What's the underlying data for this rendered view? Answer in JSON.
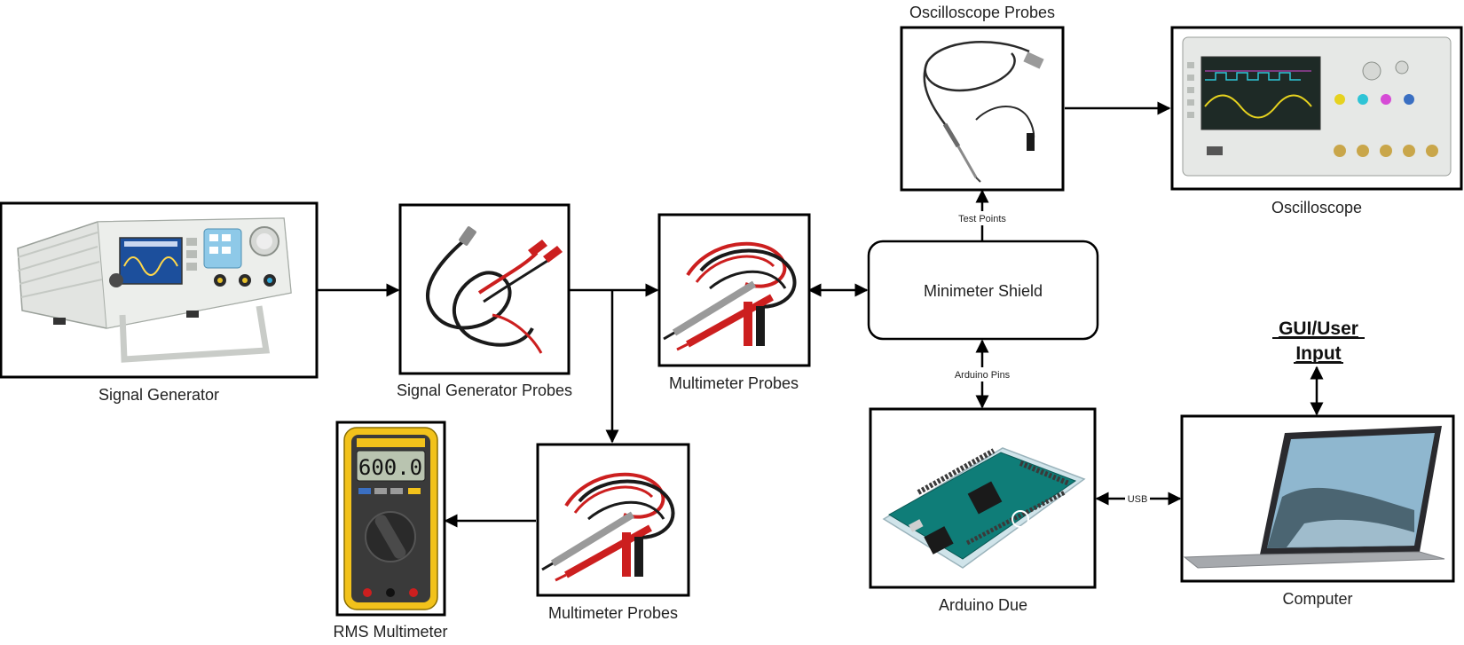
{
  "nodes": {
    "signal_generator": {
      "label": "Signal Generator"
    },
    "sg_probes": {
      "label": "Signal Generator Probes"
    },
    "mm_probes_top": {
      "label": "Multimeter Probes"
    },
    "mm_probes_bottom": {
      "label": "Multimeter Probes"
    },
    "rms_multimeter": {
      "label": "RMS Multimeter",
      "display_value": "600.0"
    },
    "minimeter_shield": {
      "label": "Minimeter Shield"
    },
    "osc_probes": {
      "label": "Oscilloscope Probes"
    },
    "oscilloscope": {
      "label": "Oscilloscope"
    },
    "arduino_due": {
      "label": "Arduino Due"
    },
    "computer": {
      "label": "Computer"
    },
    "gui": {
      "line1": "GUI/User",
      "line2": "Input"
    }
  },
  "edges": {
    "test_points": "Test Points",
    "arduino_pins": "Arduino Pins",
    "usb": "USB"
  },
  "colors": {
    "probe_red": "#cc1f1f",
    "probe_black": "#1a1a1a",
    "instrument_grey": "#d9dcd9",
    "screen_blue": "#1c4f9c",
    "pcb_teal": "#0f7d78",
    "fluke_yellow": "#f2c21b"
  }
}
